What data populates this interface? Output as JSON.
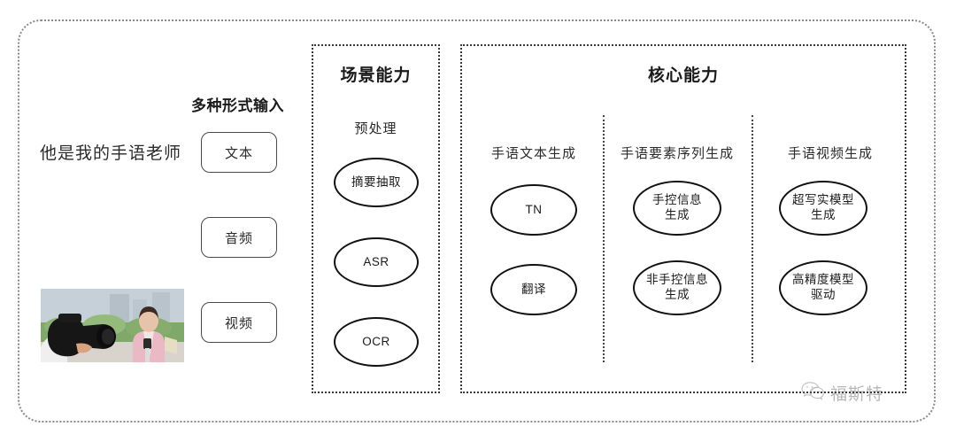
{
  "frame": {
    "border_color": "#8a8a8a"
  },
  "input_section": {
    "heading": "多种形式输入",
    "sample_sentence": "他是我的手语老师",
    "modalities": [
      {
        "label": "文本",
        "media": "text-sample"
      },
      {
        "label": "音频",
        "media": "audio-waveform"
      },
      {
        "label": "视频",
        "media": "video-thumbnail"
      }
    ]
  },
  "scene_panel": {
    "title": "场景能力",
    "group_label": "预处理",
    "nodes": [
      {
        "label": "摘要抽取"
      },
      {
        "label": "ASR"
      },
      {
        "label": "OCR"
      }
    ]
  },
  "core_panel": {
    "title": "核心能力",
    "columns": [
      {
        "label": "手语文本生成",
        "nodes": [
          {
            "label": "TN"
          },
          {
            "label": "翻译"
          }
        ]
      },
      {
        "label": "手语要素序列生成",
        "nodes": [
          {
            "label": "手控信息\n生成"
          },
          {
            "label": "非手控信息\n生成"
          }
        ]
      },
      {
        "label": "手语视频生成",
        "nodes": [
          {
            "label": "超写实模型\n生成"
          },
          {
            "label": "高精度模型\n驱动"
          }
        ]
      }
    ]
  },
  "watermark": {
    "icon": "wechat-icon",
    "text": "福斯特"
  }
}
